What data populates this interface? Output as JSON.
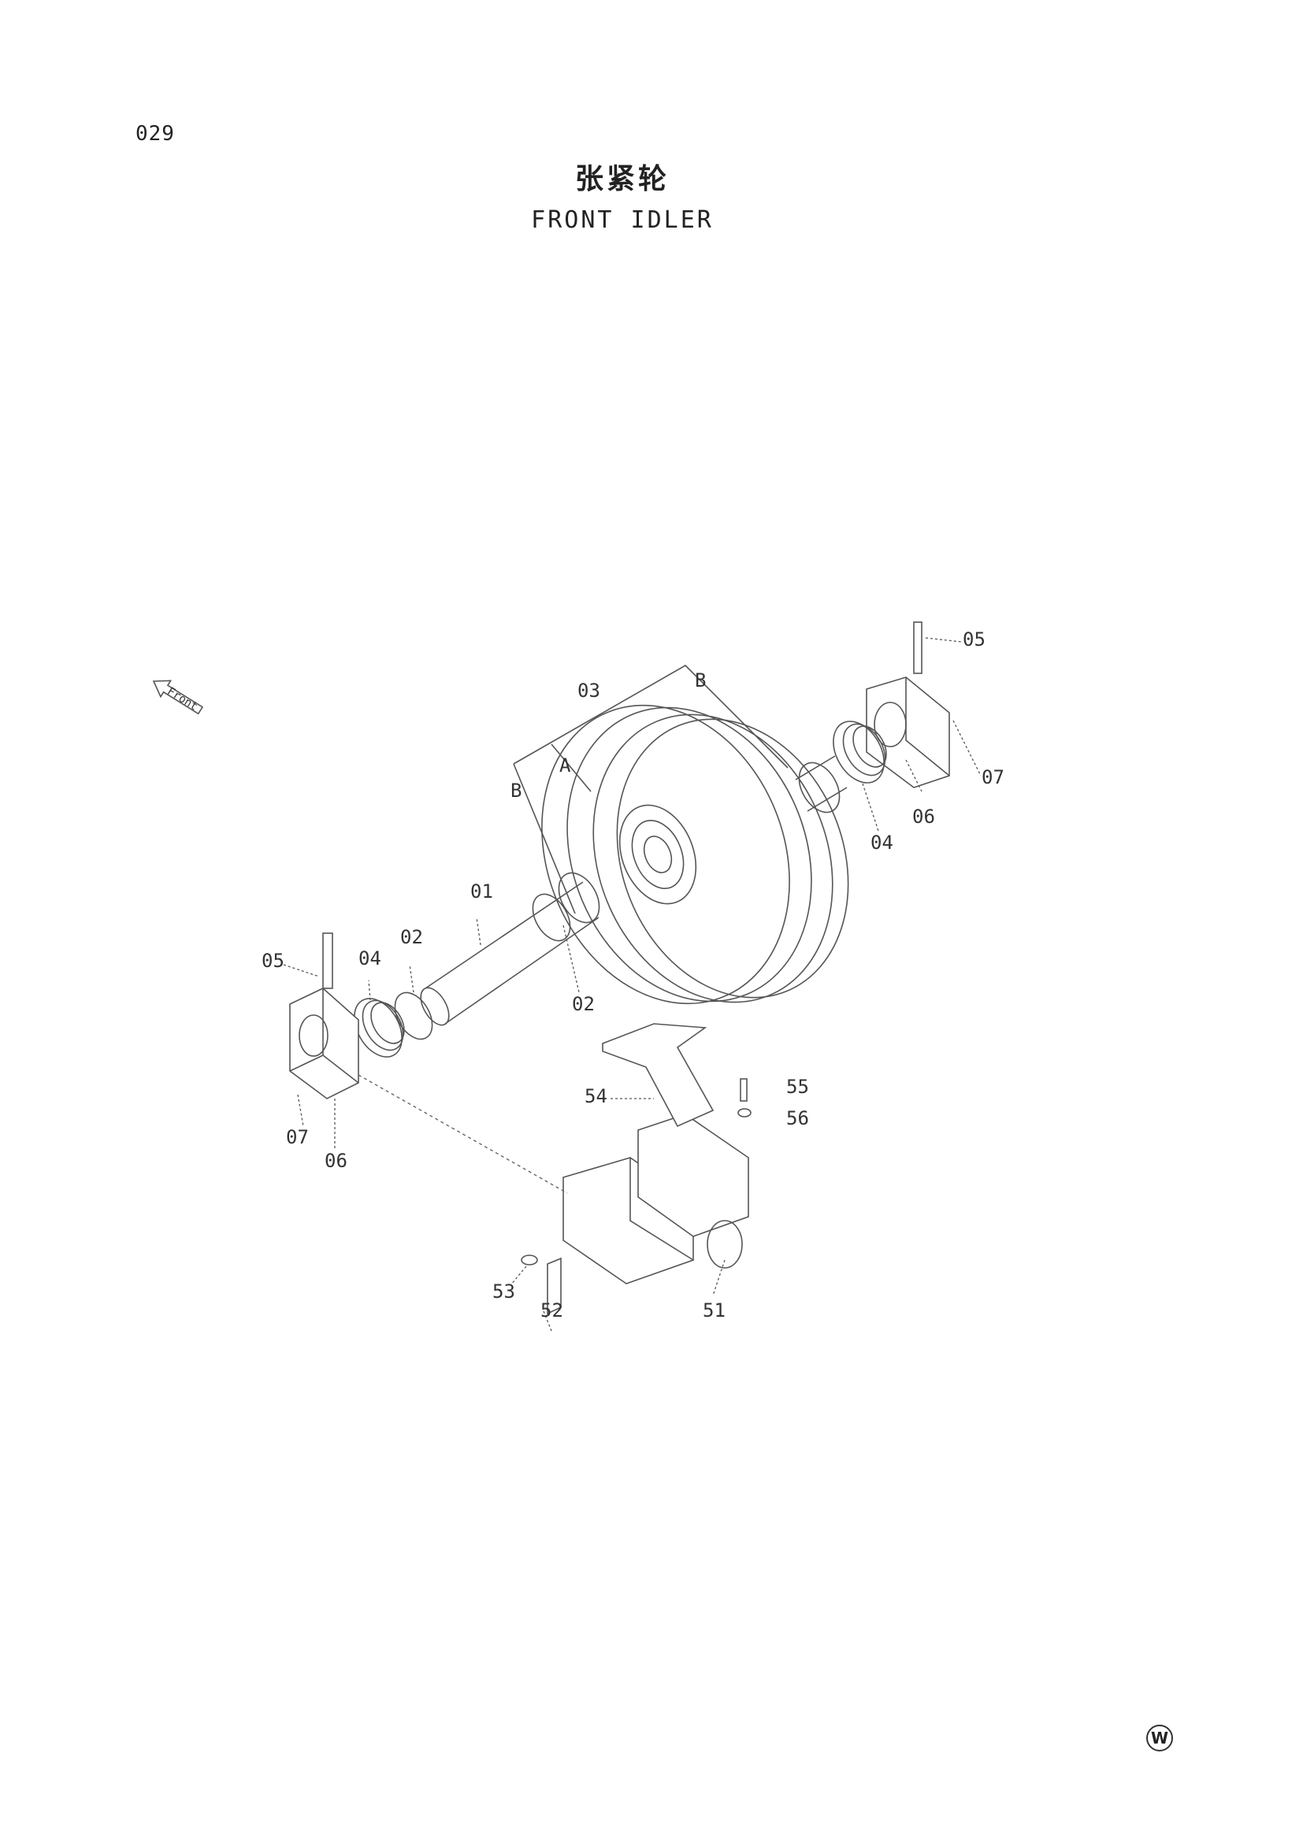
{
  "header": {
    "page_number": "029",
    "title_cn": "张紧轮",
    "title_en": "FRONT IDLER"
  },
  "diagram": {
    "direction_label": "Front",
    "section_labels": {
      "a": "A",
      "b1": "B",
      "b2": "B"
    },
    "callouts": {
      "c01": "01",
      "c02a": "02",
      "c02b": "02",
      "c03": "03",
      "c04a": "04",
      "c04b": "04",
      "c05a": "05",
      "c05b": "05",
      "c06a": "06",
      "c06b": "06",
      "c07a": "07",
      "c07b": "07",
      "c51": "51",
      "c52": "52",
      "c53": "53",
      "c54": "54",
      "c55": "55",
      "c56": "56"
    }
  },
  "footer": {
    "mark": "W"
  }
}
